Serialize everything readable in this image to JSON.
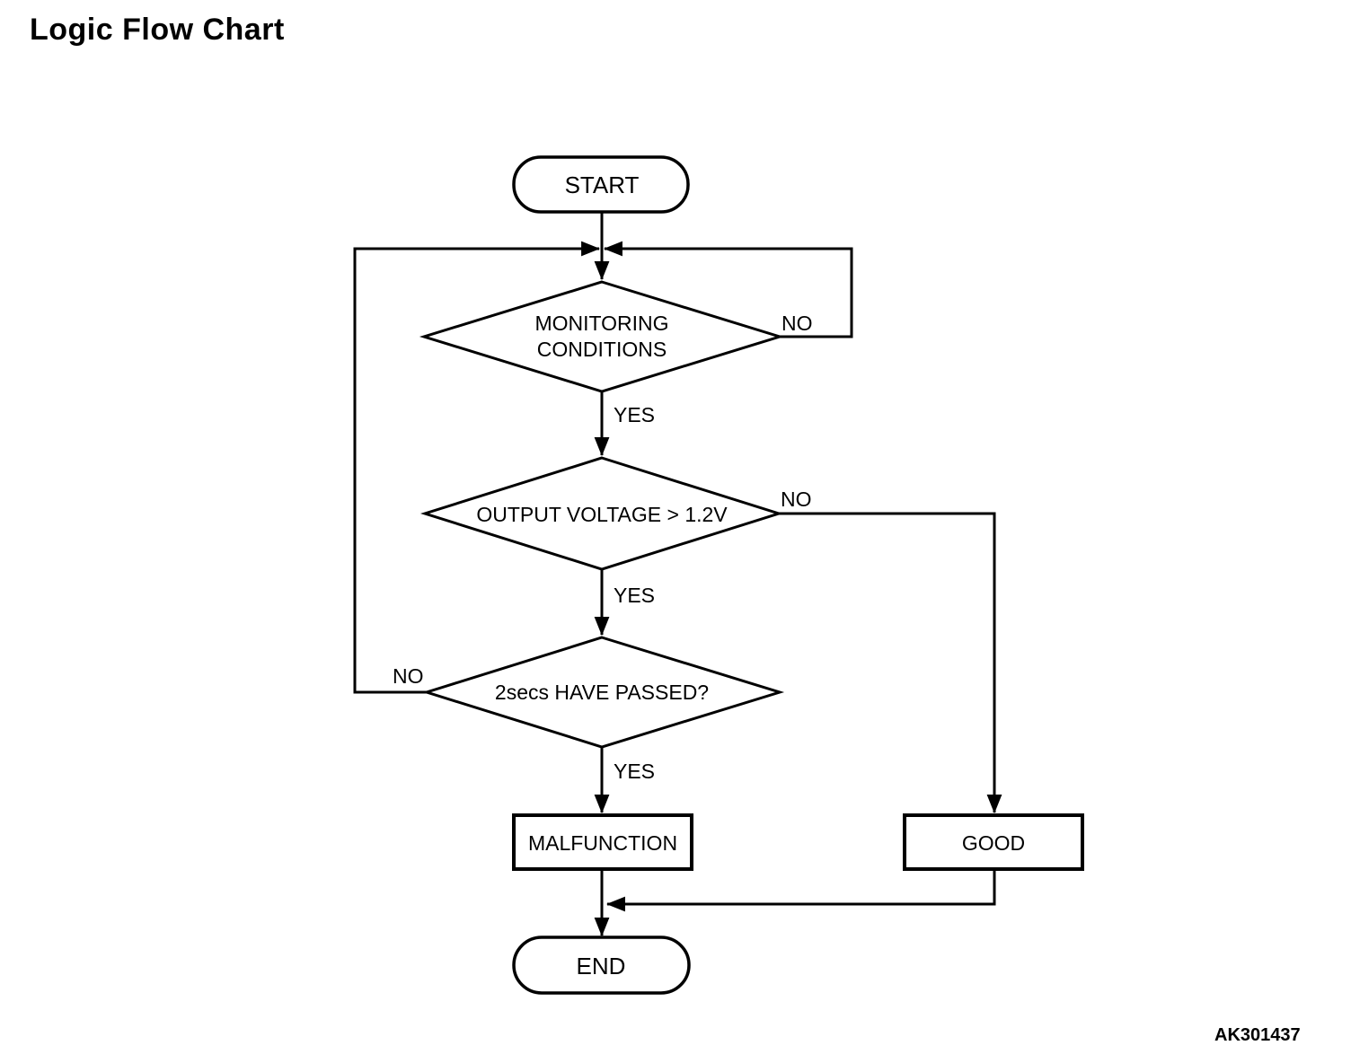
{
  "page": {
    "title": "Logic Flow Chart",
    "figure_code": "AK301437"
  },
  "flowchart": {
    "start": {
      "type": "terminator",
      "label": "START"
    },
    "decision_monitoring": {
      "type": "decision",
      "line1": "MONITORING",
      "line2": "CONDITIONS",
      "yes_label": "YES",
      "no_label": "NO",
      "yes_target": "decision_voltage",
      "no_target": "loop-back-to-junction"
    },
    "decision_voltage": {
      "type": "decision",
      "label": "OUTPUT VOLTAGE > 1.2V",
      "yes_label": "YES",
      "no_label": "NO",
      "yes_target": "decision_elapsed",
      "no_target": "outcome_good"
    },
    "decision_elapsed": {
      "type": "decision",
      "label": "2secs HAVE PASSED?",
      "yes_label": "YES",
      "no_label": "NO",
      "yes_target": "outcome_malfunction",
      "no_target": "loop-back-to-junction"
    },
    "outcome_malfunction": {
      "type": "process",
      "label": "MALFUNCTION"
    },
    "outcome_good": {
      "type": "process",
      "label": "GOOD"
    },
    "end": {
      "type": "terminator",
      "label": "END"
    },
    "line_color": "#000000",
    "background_color": "#ffffff"
  }
}
